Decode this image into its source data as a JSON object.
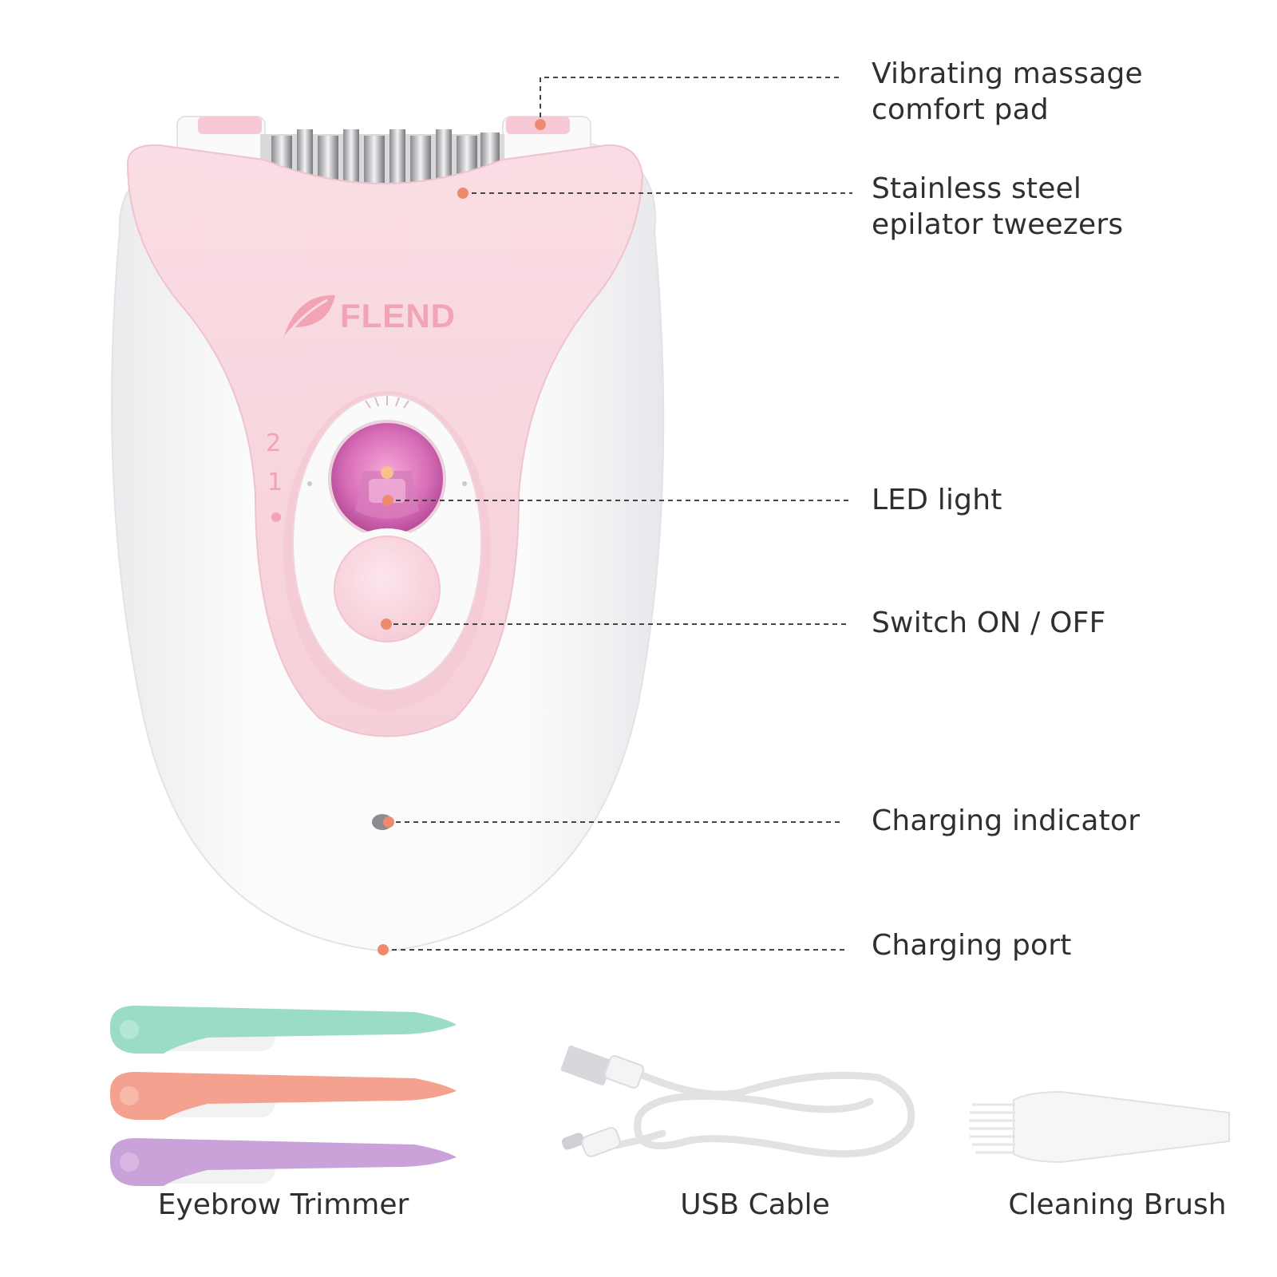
{
  "brand": {
    "name": "FLEND"
  },
  "speed_settings": {
    "high": "2",
    "low": "1"
  },
  "callouts": [
    {
      "id": "massage-pad",
      "lines": [
        "Vibrating massage",
        "comfort pad"
      ]
    },
    {
      "id": "tweezers",
      "lines": [
        "Stainless steel",
        "epilator tweezers"
      ]
    },
    {
      "id": "led",
      "lines": [
        "LED light"
      ]
    },
    {
      "id": "switch",
      "lines": [
        "Switch ON / OFF"
      ]
    },
    {
      "id": "indicator",
      "lines": [
        "Charging indicator"
      ]
    },
    {
      "id": "port",
      "lines": [
        "Charging port"
      ]
    }
  ],
  "accessories": {
    "trimmer": "Eyebrow Trimmer",
    "cable": "USB Cable",
    "brush": "Cleaning Brush"
  },
  "colors": {
    "body_pink": "#f8d8df",
    "body_white": "#f6f6f7",
    "accent_dot": "#ee8a6d",
    "trimmer_green": "#9bdcc6",
    "trimmer_coral": "#f4a28f",
    "trimmer_purple": "#c9a2d9"
  }
}
